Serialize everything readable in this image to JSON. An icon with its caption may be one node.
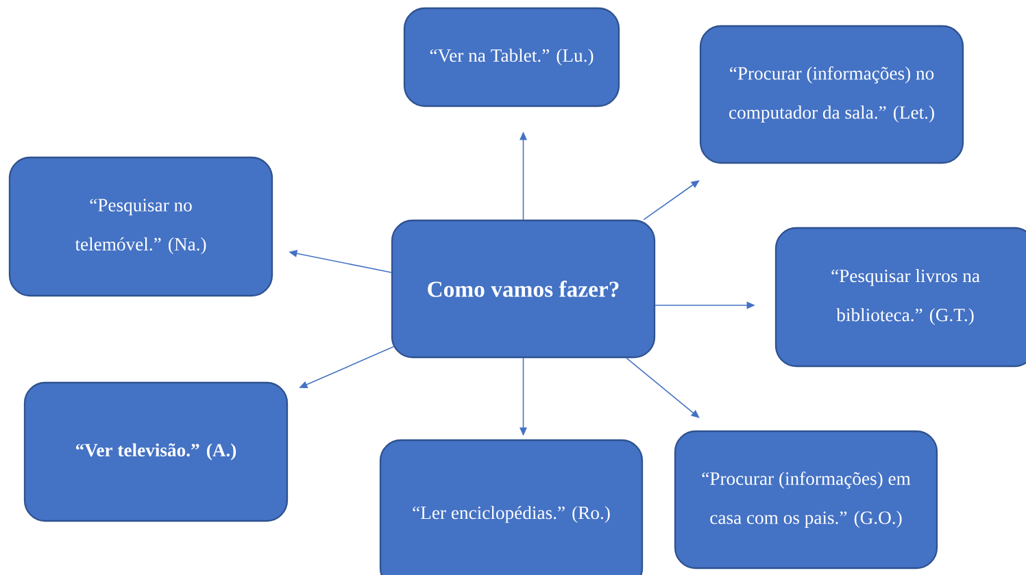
{
  "diagram": {
    "nodes": [
      {
        "text": [
          "“Ver na Tablet.” (Lu.)"
        ]
      },
      {
        "text": [
          "“Procurar (informações) no computador da sala.” (Let.)"
        ]
      },
      {
        "text": [
          "“Pesquisar no telemóvel.” (Na.)"
        ]
      },
      {
        "text": [
          "Como vamos fazer?"
        ]
      },
      {
        "text": [
          "“Pesquisar livros na biblioteca.” (G.T.)"
        ]
      },
      {
        "text": [
          "“Ver televisão.” (A.)"
        ]
      },
      {
        "text": [
          "“Ler enciclopédias.” (Ro.)"
        ]
      },
      {
        "text": [
          "“Procurar (informações) em casa com os pais.” (G.O.)"
        ]
      }
    ],
    "edges": [
      {
        "from": 3,
        "to": 0,
        "arrow": "to"
      },
      {
        "from": 3,
        "to": 1,
        "arrow": "to"
      },
      {
        "from": 3,
        "to": 2,
        "arrow": "to"
      },
      {
        "from": 3,
        "to": 4,
        "arrow": "to"
      },
      {
        "from": 3,
        "to": 5,
        "arrow": "to"
      },
      {
        "from": 3,
        "to": 6,
        "arrow": "to"
      },
      {
        "from": 3,
        "to": 7,
        "arrow": "to"
      }
    ]
  }
}
